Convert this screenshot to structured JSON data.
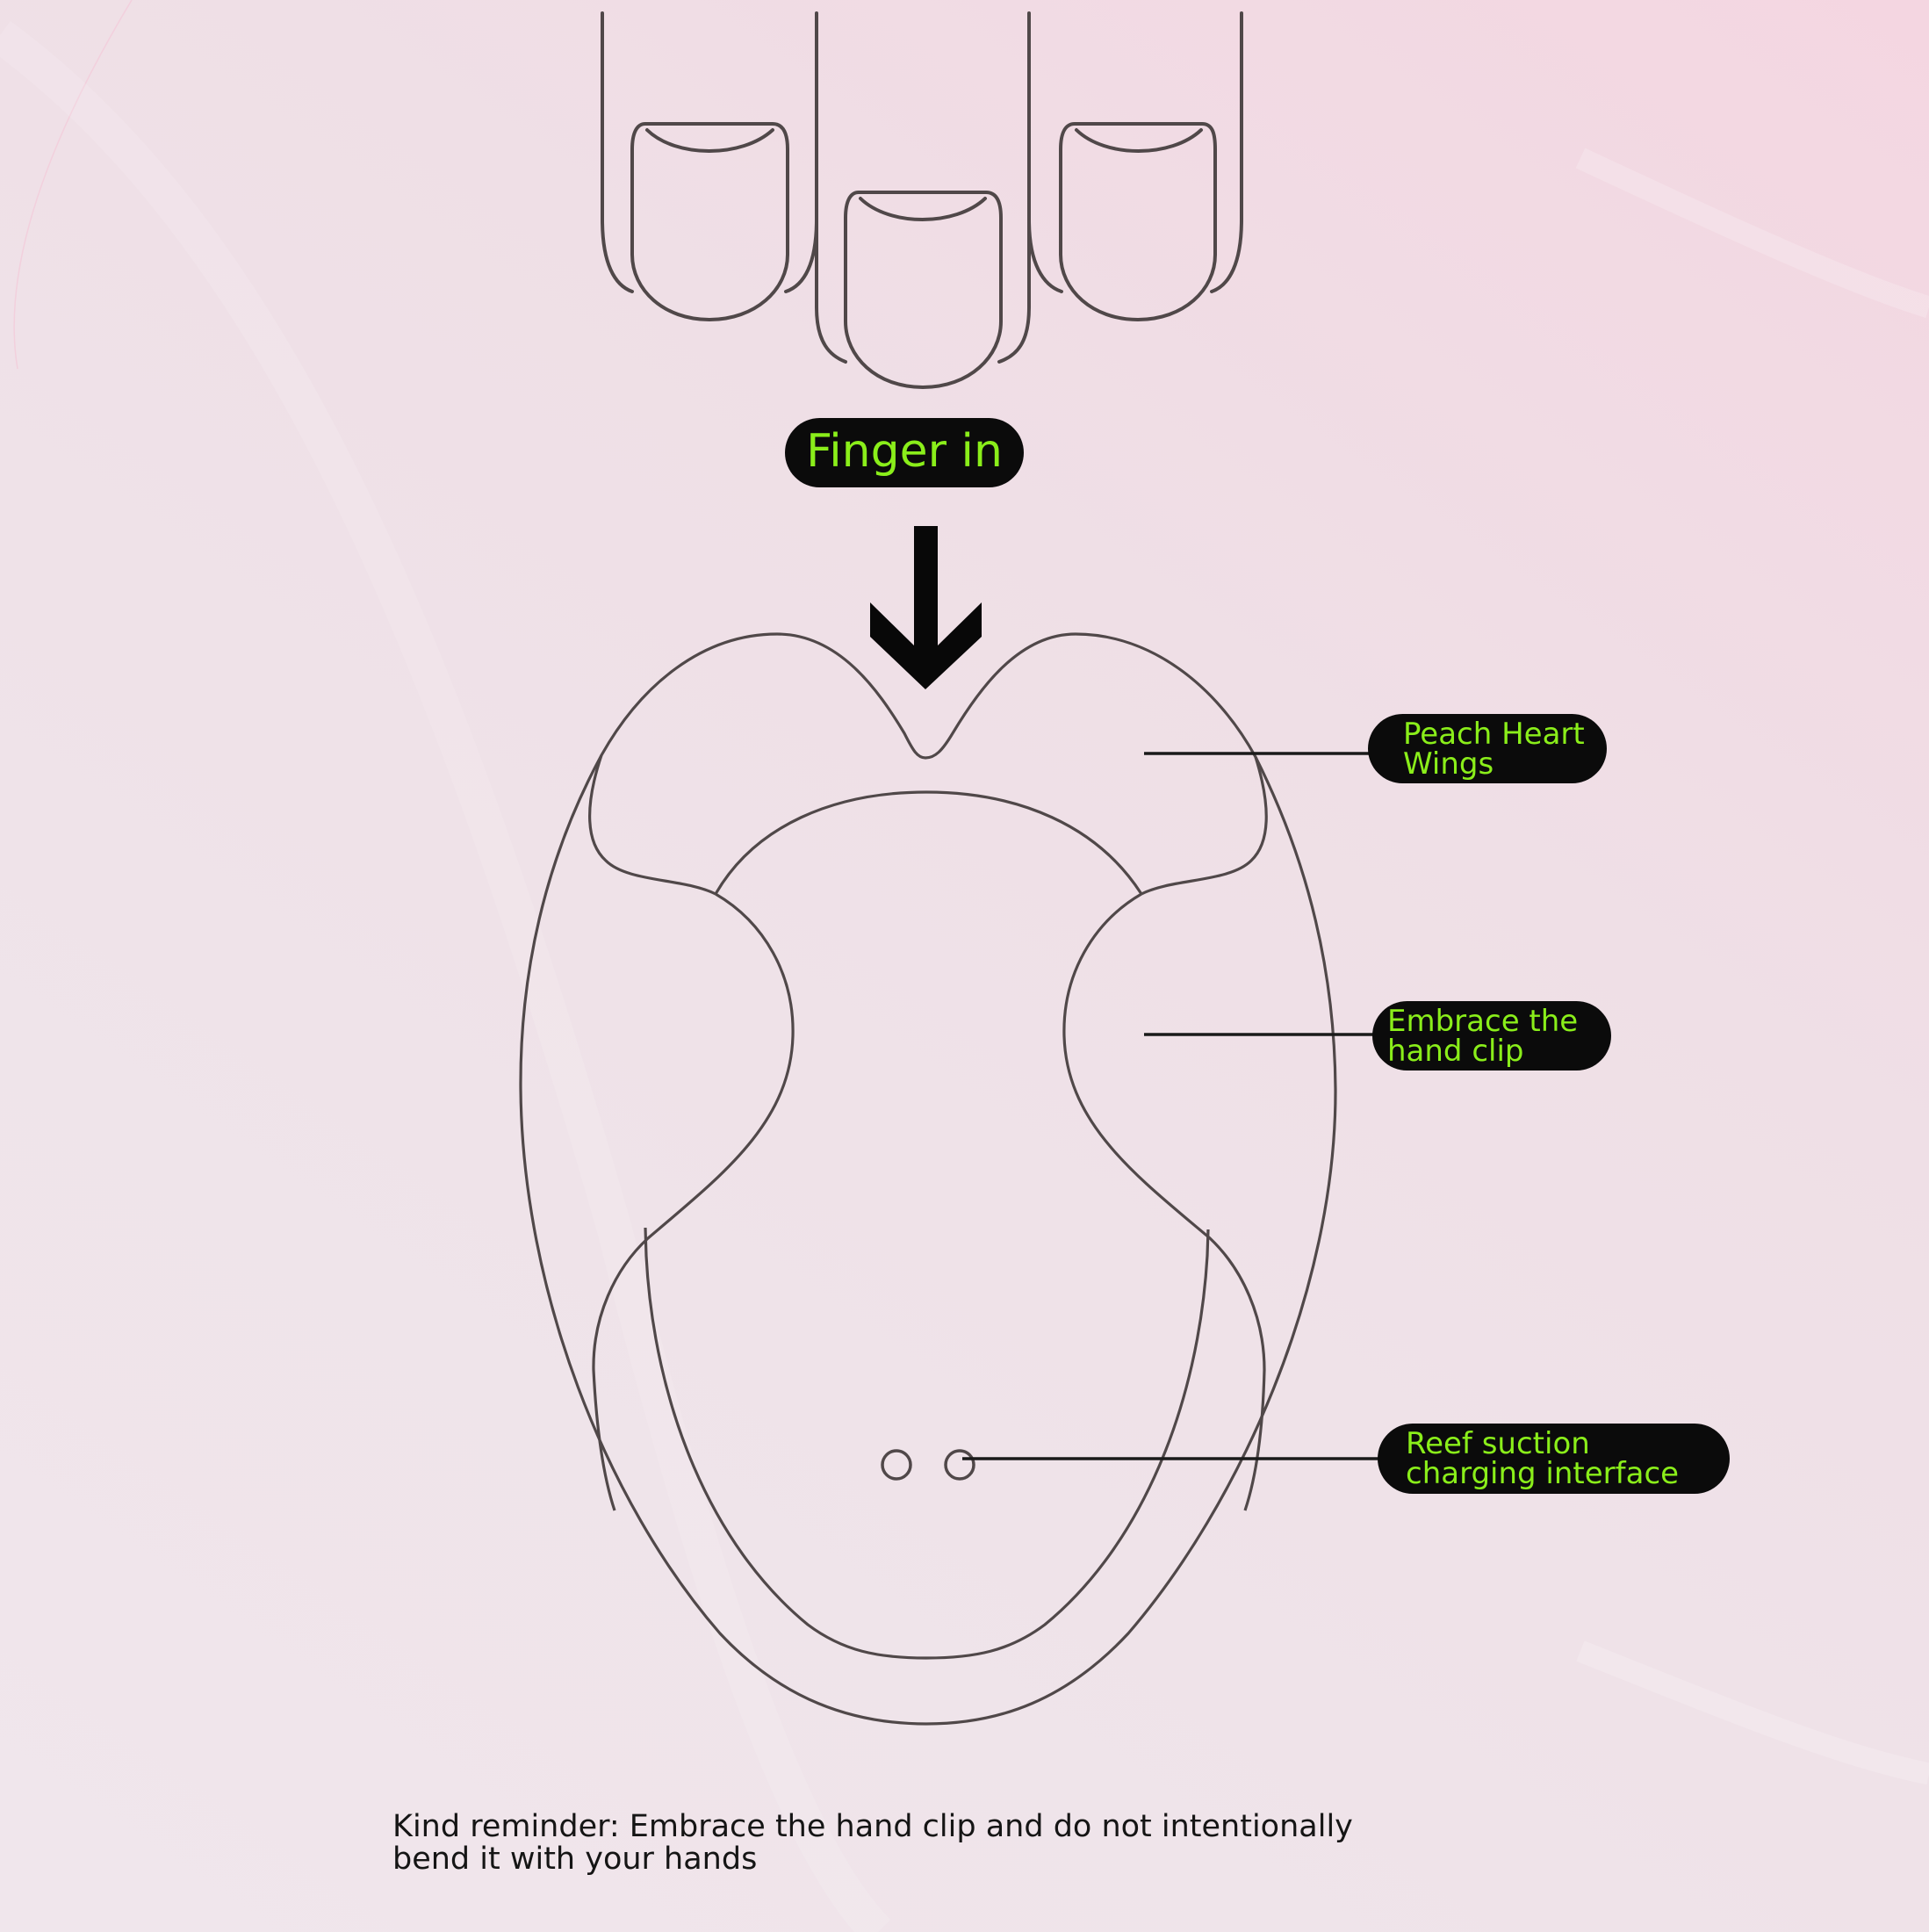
{
  "diagram": {
    "instruction_label": "Finger in",
    "callouts": [
      {
        "id": "peach-heart-wings",
        "lines": [
          "Peach Heart",
          "Wings"
        ]
      },
      {
        "id": "embrace-hand-clip",
        "lines": [
          "Embrace the",
          "hand clip"
        ]
      },
      {
        "id": "reef-suction-charging",
        "lines": [
          "Reef suction",
          "charging interface"
        ]
      }
    ],
    "reminder": {
      "lines": [
        "Kind reminder: Embrace the hand clip and do not intentionally",
        "bend it with your hands"
      ]
    },
    "icons": {
      "fingers": "three-fingertips-icon",
      "arrow": "arrow-down-icon",
      "charging_ports": "charging-contacts-icon"
    },
    "colors": {
      "background_light": "#f0e6ec",
      "background_pink": "#f4d6e1",
      "outline": "#504849",
      "pill_bg": "#0b0b0b",
      "pill_text": "#8aee1a",
      "reminder_text": "#151515"
    }
  }
}
